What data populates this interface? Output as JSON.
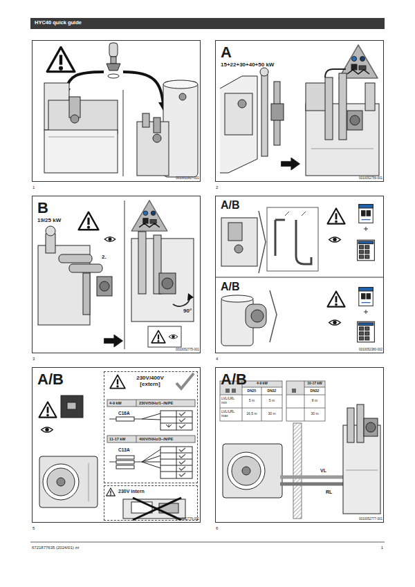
{
  "diagram": {
    "title": "HYC40 quick guide",
    "nodes": [
      {
        "text": [
          "0010011917-001",
          "1"
        ]
      },
      {
        "text": [
          "A",
          "15+22+30+40+50 kW",
          "0010052756-001",
          "2"
        ]
      },
      {
        "text": [
          "B",
          "19/25 kW",
          "2.",
          "90°",
          "0010052775-001",
          "3"
        ]
      },
      {
        "text": [
          "A/B",
          "A/B",
          "0010052380-002",
          "4"
        ]
      },
      {
        "text": [
          "A/B",
          "0010052776-001",
          "5"
        ]
      },
      {
        "text": [
          "230V/400V [extern]",
          "4-9 kW",
          "230V/50Hz/1~/N/PE",
          "C16A",
          "11-17 kW",
          "400V/50Hz/3~/N/PE",
          "C13A"
        ],
        "in": 4
      },
      {
        "text": [
          "230V intern"
        ],
        "in": 4
      },
      {
        "text": [
          "A/B",
          "VL",
          "RL",
          "0010052777-001",
          "6"
        ]
      }
    ],
    "labels": [
      "4-9 kW",
      "DN25",
      "DN32",
      "LVL/LRL min",
      "5 m",
      "5 m",
      "LVL/LRL max",
      "16,5 m",
      "30 m",
      "10-17 kW",
      "DN32",
      "8 m",
      "30 m",
      "6721877635 (2024/01) zz",
      "1"
    ]
  }
}
